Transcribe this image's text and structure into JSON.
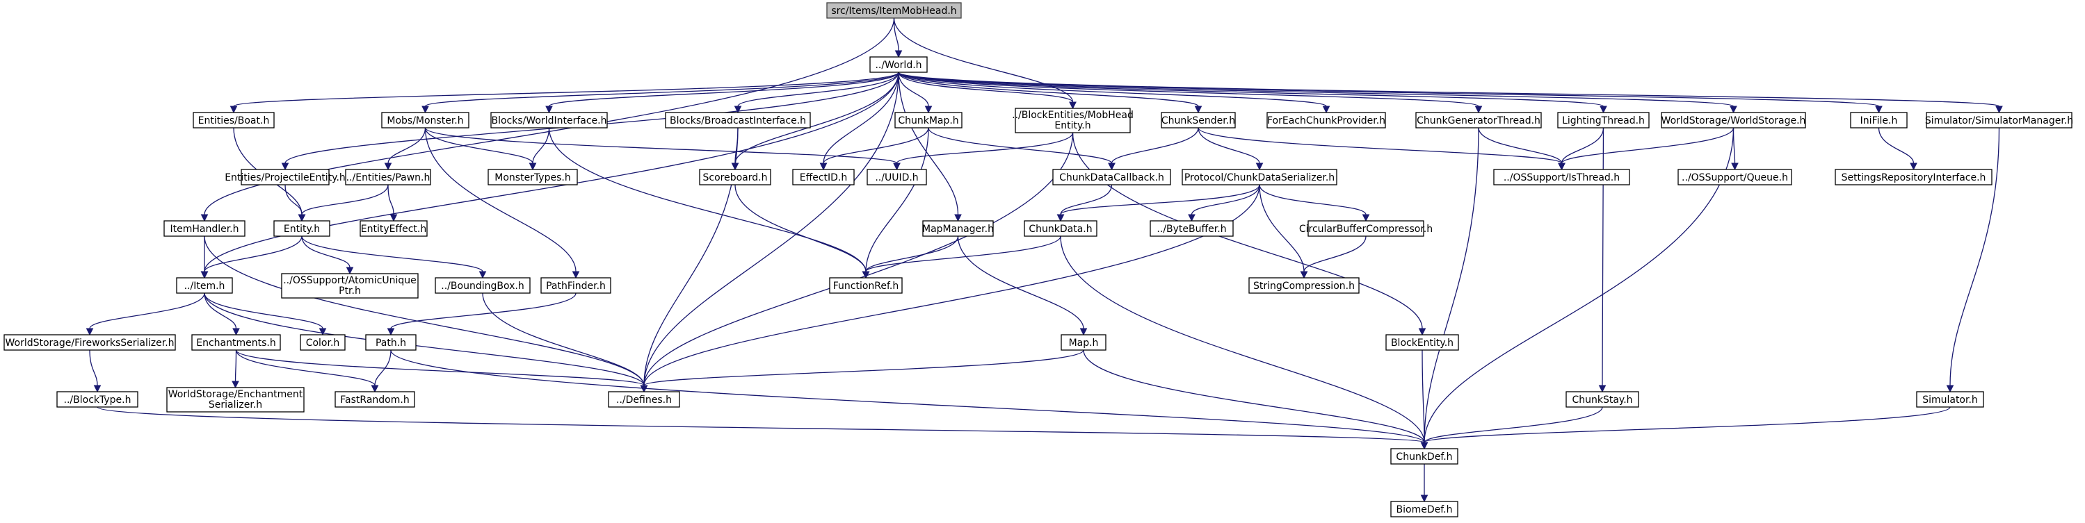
{
  "graph": {
    "nodes": [
      {
        "id": "root",
        "lines": [
          "src/Items/ItemMobHead.h"
        ],
        "root": true
      },
      {
        "id": "world",
        "lines": [
          "../World.h"
        ]
      },
      {
        "id": "mobheadentity",
        "lines": [
          "../BlockEntities/MobHead",
          "Entity.h"
        ]
      },
      {
        "id": "itemhandler",
        "lines": [
          "ItemHandler.h"
        ]
      },
      {
        "id": "item",
        "lines": [
          "../Item.h"
        ]
      },
      {
        "id": "boat",
        "lines": [
          "Entities/Boat.h"
        ]
      },
      {
        "id": "projectile",
        "lines": [
          "Entities/ProjectileEntity.h"
        ]
      },
      {
        "id": "monster",
        "lines": [
          "Mobs/Monster.h"
        ]
      },
      {
        "id": "worldinterface",
        "lines": [
          "Blocks/WorldInterface.h"
        ]
      },
      {
        "id": "broadcast",
        "lines": [
          "Blocks/BroadcastInterface.h"
        ]
      },
      {
        "id": "chunkmap",
        "lines": [
          "ChunkMap.h"
        ]
      },
      {
        "id": "chunksender",
        "lines": [
          "ChunkSender.h"
        ]
      },
      {
        "id": "foreach",
        "lines": [
          "ForEachChunkProvider.h"
        ]
      },
      {
        "id": "chunkgen",
        "lines": [
          "ChunkGeneratorThread.h"
        ]
      },
      {
        "id": "lighting",
        "lines": [
          "LightingThread.h"
        ]
      },
      {
        "id": "worldstorage",
        "lines": [
          "WorldStorage/WorldStorage.h"
        ]
      },
      {
        "id": "inifile",
        "lines": [
          "IniFile.h"
        ]
      },
      {
        "id": "simmanager",
        "lines": [
          "Simulator/SimulatorManager.h"
        ]
      },
      {
        "id": "pawn",
        "lines": [
          "../Entities/Pawn.h"
        ]
      },
      {
        "id": "monstertypes",
        "lines": [
          "MonsterTypes.h"
        ]
      },
      {
        "id": "scoreboard",
        "lines": [
          "Scoreboard.h"
        ]
      },
      {
        "id": "effectid",
        "lines": [
          "EffectID.h"
        ]
      },
      {
        "id": "uuid",
        "lines": [
          "../UUID.h"
        ]
      },
      {
        "id": "cdcallback",
        "lines": [
          "ChunkDataCallback.h"
        ]
      },
      {
        "id": "cdserializer",
        "lines": [
          "Protocol/ChunkDataSerializer.h"
        ]
      },
      {
        "id": "isthread",
        "lines": [
          "../OSSupport/IsThread.h"
        ]
      },
      {
        "id": "queue",
        "lines": [
          "../OSSupport/Queue.h"
        ]
      },
      {
        "id": "settingsrepo",
        "lines": [
          "SettingsRepositoryInterface.h"
        ]
      },
      {
        "id": "entity",
        "lines": [
          "Entity.h"
        ]
      },
      {
        "id": "entityeffect",
        "lines": [
          "EntityEffect.h"
        ]
      },
      {
        "id": "mapmanager",
        "lines": [
          "MapManager.h"
        ]
      },
      {
        "id": "chunkdata",
        "lines": [
          "ChunkData.h"
        ]
      },
      {
        "id": "bytebuffer",
        "lines": [
          "../ByteBuffer.h"
        ]
      },
      {
        "id": "cbcompressor",
        "lines": [
          "CircularBufferCompressor.h"
        ]
      },
      {
        "id": "atomicunique",
        "lines": [
          "../OSSupport/AtomicUnique",
          "Ptr.h"
        ]
      },
      {
        "id": "boundingbox",
        "lines": [
          "../BoundingBox.h"
        ]
      },
      {
        "id": "pathfinder",
        "lines": [
          "PathFinder.h"
        ]
      },
      {
        "id": "functionref",
        "lines": [
          "FunctionRef.h"
        ]
      },
      {
        "id": "stringcomp",
        "lines": [
          "StringCompression.h"
        ]
      },
      {
        "id": "fireworks",
        "lines": [
          "WorldStorage/FireworksSerializer.h"
        ]
      },
      {
        "id": "enchantments",
        "lines": [
          "Enchantments.h"
        ]
      },
      {
        "id": "color",
        "lines": [
          "Color.h"
        ]
      },
      {
        "id": "path",
        "lines": [
          "Path.h"
        ]
      },
      {
        "id": "map",
        "lines": [
          "Map.h"
        ]
      },
      {
        "id": "blockentity",
        "lines": [
          "BlockEntity.h"
        ]
      },
      {
        "id": "blocktype",
        "lines": [
          "../BlockType.h"
        ]
      },
      {
        "id": "enchserializer",
        "lines": [
          "WorldStorage/Enchantment",
          "Serializer.h"
        ]
      },
      {
        "id": "fastrandom",
        "lines": [
          "FastRandom.h"
        ]
      },
      {
        "id": "defines",
        "lines": [
          "../Defines.h"
        ]
      },
      {
        "id": "chunkstay",
        "lines": [
          "ChunkStay.h"
        ]
      },
      {
        "id": "simulator",
        "lines": [
          "Simulator.h"
        ]
      },
      {
        "id": "chunkdef",
        "lines": [
          "ChunkDef.h"
        ]
      },
      {
        "id": "biomedef",
        "lines": [
          "BiomeDef.h"
        ]
      }
    ],
    "edges": [
      [
        "root",
        "world"
      ],
      [
        "root",
        "mobheadentity"
      ],
      [
        "root",
        "itemhandler"
      ],
      [
        "world",
        "boat"
      ],
      [
        "world",
        "projectile"
      ],
      [
        "world",
        "monster"
      ],
      [
        "world",
        "worldinterface"
      ],
      [
        "world",
        "broadcast"
      ],
      [
        "world",
        "chunkmap"
      ],
      [
        "world",
        "mobheadentity"
      ],
      [
        "world",
        "chunksender"
      ],
      [
        "world",
        "foreach"
      ],
      [
        "world",
        "chunkgen"
      ],
      [
        "world",
        "lighting"
      ],
      [
        "world",
        "worldstorage"
      ],
      [
        "world",
        "inifile"
      ],
      [
        "world",
        "simmanager"
      ],
      [
        "world",
        "item"
      ],
      [
        "world",
        "scoreboard"
      ],
      [
        "world",
        "effectid"
      ],
      [
        "world",
        "mapmanager"
      ],
      [
        "world",
        "defines"
      ],
      [
        "itemhandler",
        "item"
      ],
      [
        "itemhandler",
        "defines"
      ],
      [
        "boat",
        "entity"
      ],
      [
        "projectile",
        "entity"
      ],
      [
        "monster",
        "pawn"
      ],
      [
        "monster",
        "monstertypes"
      ],
      [
        "monster",
        "pathfinder"
      ],
      [
        "monster",
        "uuid"
      ],
      [
        "worldinterface",
        "monstertypes"
      ],
      [
        "worldinterface",
        "functionref"
      ],
      [
        "broadcast",
        "scoreboard"
      ],
      [
        "broadcast",
        "defines"
      ],
      [
        "chunkmap",
        "effectid"
      ],
      [
        "chunkmap",
        "cdcallback"
      ],
      [
        "chunkmap",
        "functionref"
      ],
      [
        "mobheadentity",
        "uuid"
      ],
      [
        "mobheadentity",
        "blockentity"
      ],
      [
        "mobheadentity",
        "defines"
      ],
      [
        "chunksender",
        "cdcallback"
      ],
      [
        "chunksender",
        "cdserializer"
      ],
      [
        "chunksender",
        "isthread"
      ],
      [
        "chunkgen",
        "isthread"
      ],
      [
        "chunkgen",
        "chunkdef"
      ],
      [
        "lighting",
        "isthread"
      ],
      [
        "lighting",
        "chunkstay"
      ],
      [
        "worldstorage",
        "isthread"
      ],
      [
        "worldstorage",
        "queue"
      ],
      [
        "worldstorage",
        "chunkdef"
      ],
      [
        "inifile",
        "settingsrepo"
      ],
      [
        "simmanager",
        "simulator"
      ],
      [
        "pawn",
        "entity"
      ],
      [
        "pawn",
        "entityeffect"
      ],
      [
        "scoreboard",
        "functionref"
      ],
      [
        "cdcallback",
        "chunkdata"
      ],
      [
        "cdserializer",
        "chunkdata"
      ],
      [
        "cdserializer",
        "bytebuffer"
      ],
      [
        "cdserializer",
        "cbcompressor"
      ],
      [
        "cdserializer",
        "stringcomp"
      ],
      [
        "cdserializer",
        "defines"
      ],
      [
        "entity",
        "item"
      ],
      [
        "entity",
        "atomicunique"
      ],
      [
        "entity",
        "boundingbox"
      ],
      [
        "mapmanager",
        "functionref"
      ],
      [
        "mapmanager",
        "map"
      ],
      [
        "chunkdata",
        "functionref"
      ],
      [
        "chunkdata",
        "chunkdef"
      ],
      [
        "cbcompressor",
        "stringcomp"
      ],
      [
        "boundingbox",
        "defines"
      ],
      [
        "pathfinder",
        "path"
      ],
      [
        "item",
        "fireworks"
      ],
      [
        "item",
        "enchantments"
      ],
      [
        "item",
        "color"
      ],
      [
        "item",
        "defines"
      ],
      [
        "fireworks",
        "blocktype"
      ],
      [
        "blocktype",
        "chunkdef"
      ],
      [
        "enchantments",
        "enchserializer"
      ],
      [
        "enchantments",
        "fastrandom"
      ],
      [
        "enchantments",
        "defines"
      ],
      [
        "path",
        "fastrandom"
      ],
      [
        "path",
        "chunkdef"
      ],
      [
        "map",
        "defines"
      ],
      [
        "map",
        "chunkdef"
      ],
      [
        "blockentity",
        "chunkdef"
      ],
      [
        "chunkstay",
        "chunkdef"
      ],
      [
        "simulator",
        "chunkdef"
      ],
      [
        "chunkdef",
        "biomedef"
      ]
    ]
  }
}
